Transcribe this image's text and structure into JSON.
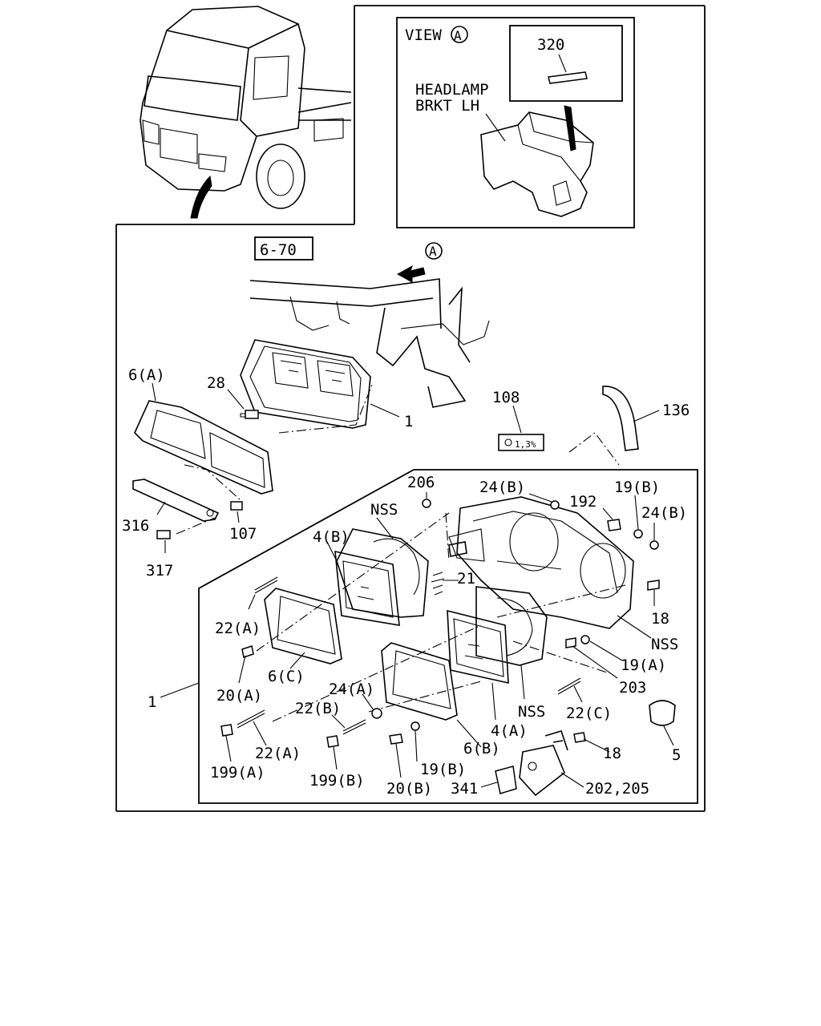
{
  "view_inset": {
    "title": "VIEW",
    "view_marker": "A",
    "part_320": "320",
    "bracket_label_line1": "HEADLAMP",
    "bracket_label_line2": "BRKT LH"
  },
  "reference": {
    "page_ref": "6-70",
    "view_marker": "A"
  },
  "badge_108_text": "1,3%",
  "callouts": {
    "p6a": "6(A)",
    "p28": "28",
    "p1_upper": "1",
    "p108": "108",
    "p136": "136",
    "p316": "316",
    "p107": "107",
    "p317": "317",
    "p206": "206",
    "p24b_top": "24(B)",
    "p192": "192",
    "p19b_top": "19(B)",
    "p24b_right": "24(B)",
    "nss_top": "NSS",
    "p4b": "4(B)",
    "p21": "21",
    "p18_upper": "18",
    "nss_right": "NSS",
    "p19a": "19(A)",
    "p203": "203",
    "p22a_upper": "22(A)",
    "p20a": "20(A)",
    "p6c": "6(C)",
    "p1_lower": "1",
    "p24a": "24(A)",
    "p22b": "22(B)",
    "nss_lower": "NSS",
    "p22c": "22(C)",
    "p5": "5",
    "p4a": "4(A)",
    "p22a_lower": "22(A)",
    "p199a": "199(A)",
    "p199b": "199(B)",
    "p19b_lower": "19(B)",
    "p6b": "6(B)",
    "p18_lower": "18",
    "p20b": "20(B)",
    "p341": "341",
    "p202_205": "202,205"
  }
}
